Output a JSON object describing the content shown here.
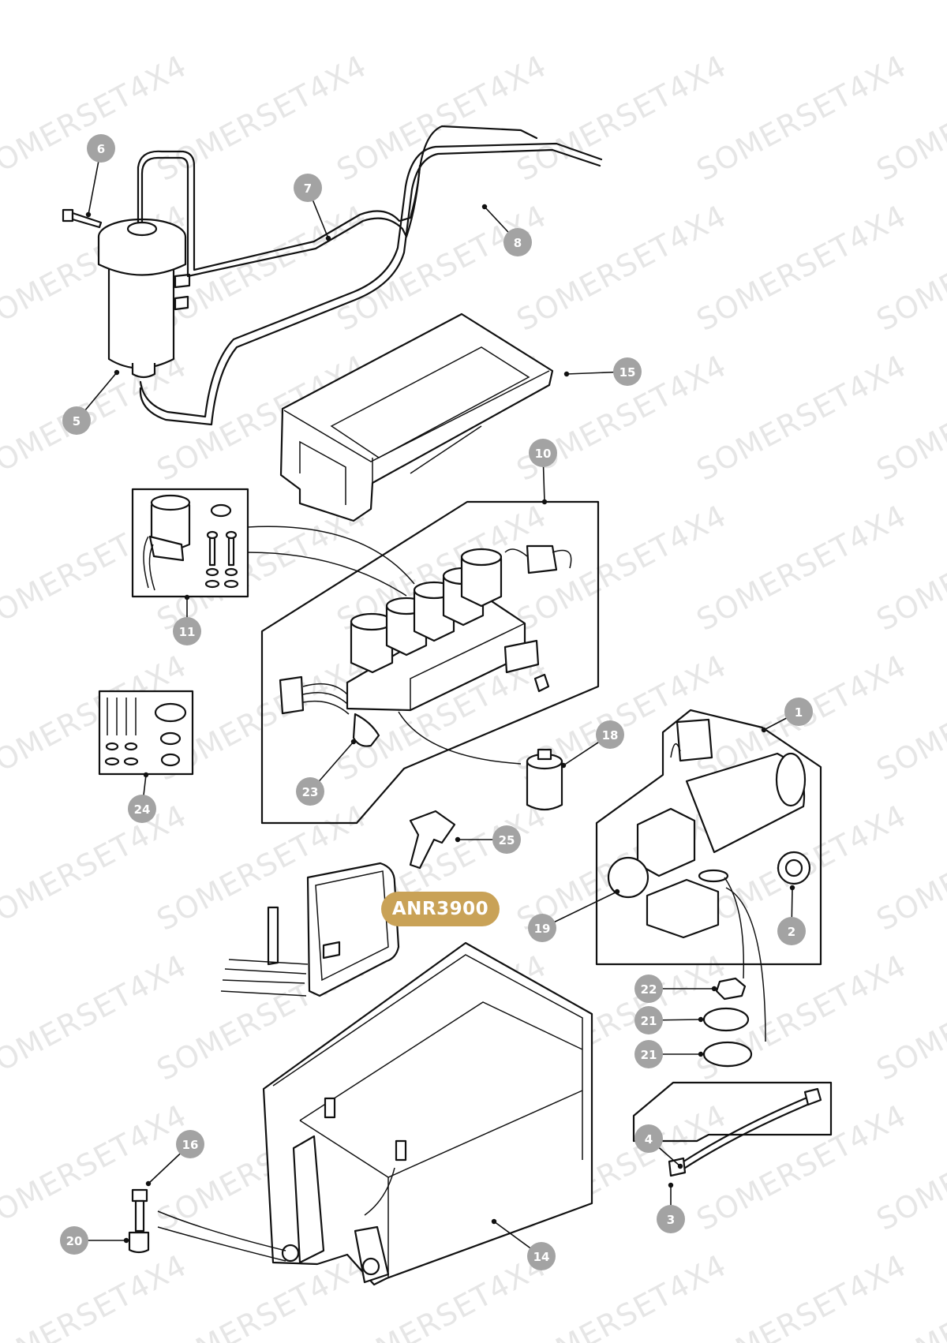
{
  "watermark": "SOMERSET4X4",
  "part_number": "ANR3900",
  "colors": {
    "badge": "#c9a257",
    "callout": "#a3a3a3",
    "watermark": "#e6e6e6"
  },
  "callouts": [
    "1",
    "2",
    "3",
    "4",
    "5",
    "6",
    "7",
    "8",
    "10",
    "11",
    "14",
    "15",
    "16",
    "18",
    "19",
    "20",
    "21",
    "21",
    "22",
    "23",
    "24",
    "25"
  ]
}
